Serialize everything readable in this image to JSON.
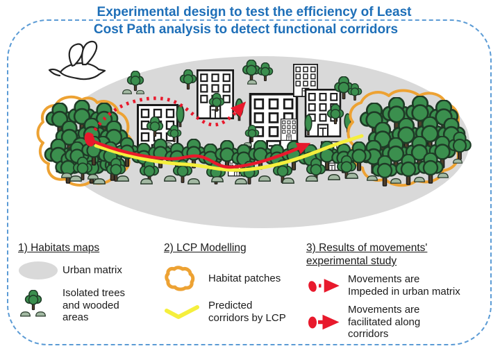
{
  "title": "Experimental design to test the efficiency of Least\nCost Path analysis to detect functional corridors",
  "colors": {
    "title_blue": "#1e6fb8",
    "border_blue": "#5b9bd5",
    "urban_matrix_gray": "#d9d9d9",
    "tree_green": "#3b8f4e",
    "tree_outline_green": "#1e3b26",
    "bush_gray_green": "#a3b9a3",
    "habitat_patch_orange": "#eda233",
    "lcp_corridor_yellow": "#f5ef3d",
    "movement_red": "#e8192c",
    "text_black": "#1a1a1a"
  },
  "icons": {
    "bird": "bird-outline-sketch",
    "urban_matrix": "gray-ellipse",
    "isolated_trees": "tree-with-bushes",
    "habitat_patch": "orange-blob-outline",
    "predicted_corridor": "yellow-line",
    "impeded_movement": "red-dotted-arrow-with-dot",
    "facilitated_movement": "red-solid-arrow-with-dot"
  },
  "legend": {
    "col1": {
      "heading": "1) Habitats maps",
      "item1": "Urban matrix",
      "item2": "Isolated trees\nand wooded\nareas"
    },
    "col2": {
      "heading": "2) LCP Modelling",
      "item1": "Habitat patches",
      "item2": "Predicted\ncorridors by LCP"
    },
    "col3": {
      "heading": "3) Results of movements'\nexperimental study",
      "item1": "Movements are\nImpeded in urban matrix",
      "item2": "Movements are\nfacilitated along\ncorridors"
    }
  }
}
